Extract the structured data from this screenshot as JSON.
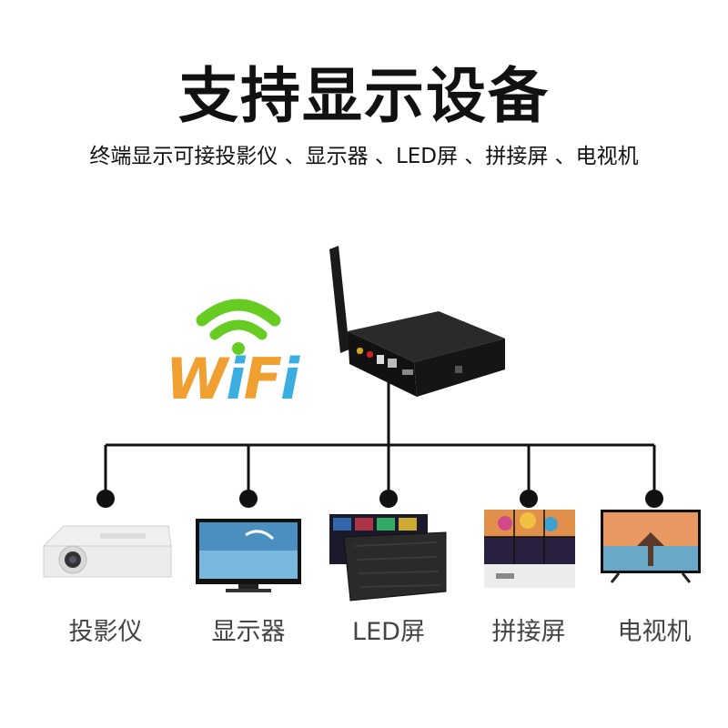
{
  "header": {
    "title": "支持显示设备",
    "subtitle": "终端显示可接投影仪 、显示器 、LED屏 、拼接屏 、电视机"
  },
  "wifi_logo": {
    "text_w": "W",
    "text_i1": "i",
    "text_f": "F",
    "text_i2": "i",
    "colors": {
      "orange": "#f0a030",
      "blue": "#3aaee0",
      "green": "#66cc22"
    }
  },
  "devices": [
    {
      "label": "投影仪",
      "icon": "projector-icon"
    },
    {
      "label": "显示器",
      "icon": "monitor-icon"
    },
    {
      "label": "LED屏",
      "icon": "led-screen-icon"
    },
    {
      "label": "拼接屏",
      "icon": "video-wall-icon"
    },
    {
      "label": "电视机",
      "icon": "tv-icon"
    }
  ],
  "hub": {
    "icon": "media-player-box-icon"
  }
}
